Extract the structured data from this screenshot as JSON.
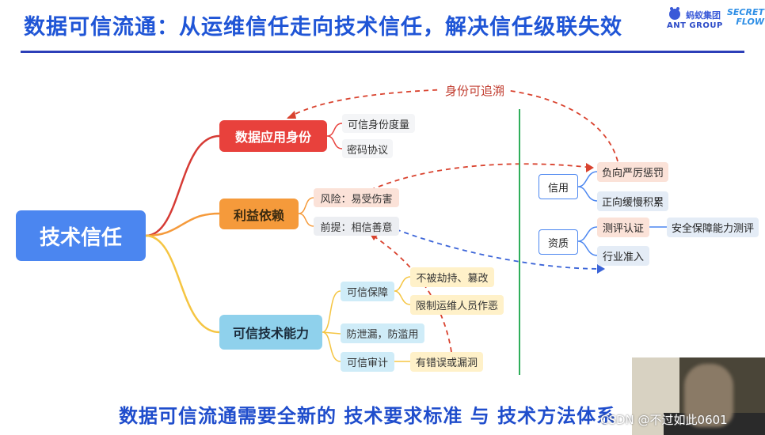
{
  "header": {
    "title": "数据可信流通：从运维信任走向技术信任，解决信任级联失效",
    "logo_ant_cn": "蚂蚁集团",
    "logo_ant_en": "ANT GROUP",
    "logo_sf_line1": "SECRET",
    "logo_sf_line2": "FLOW"
  },
  "diagram": {
    "root": "技术信任",
    "branches": [
      {
        "label": "数据应用身份",
        "color": "#e8413c",
        "leaves": [
          "可信身份度量",
          "密码协议"
        ]
      },
      {
        "label": "利益依赖",
        "color": "#f59a3b",
        "leaves": [
          "风险：易受伤害",
          "前提：相信善意"
        ]
      },
      {
        "label": "可信技术能力",
        "color": "#f5c542",
        "leaves": [
          "可信保障",
          "防泄漏，防滥用",
          "可信审计"
        ]
      }
    ],
    "sub_leaves": {
      "guarantee": [
        "不被劫持、篡改",
        "限制运维人员作恶"
      ],
      "audit": [
        "有错误或漏洞"
      ]
    },
    "right": {
      "credit": {
        "label": "信用",
        "items": [
          "负向严厉惩罚",
          "正向缓慢积累"
        ]
      },
      "qualification": {
        "label": "资质",
        "items": [
          "测评认证",
          "行业准入"
        ]
      },
      "extra": "安全保障能力测评"
    },
    "trace_label": "身份可追溯"
  },
  "footer": {
    "slogan": "数据可信流通需要全新的 技术要求标准 与 技术方法体系",
    "watermark": "CSDN @不过如此0601"
  },
  "colors": {
    "title_blue": "#1f55d6",
    "root_blue": "#4b86f0",
    "red": "#e8413c",
    "orange": "#f59a3b",
    "cyan": "#8fd1ec",
    "green_line": "#2fae5a",
    "dash_red": "#d9432f",
    "dash_blue": "#3b64d8"
  }
}
